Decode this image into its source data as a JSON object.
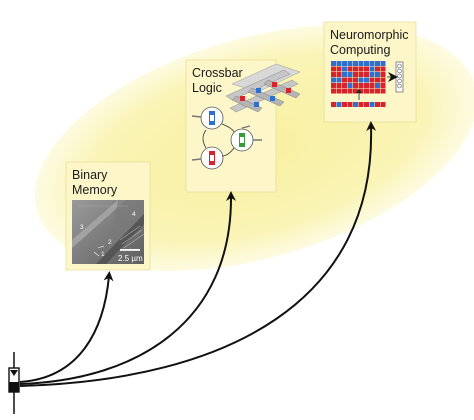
{
  "panels": {
    "binary_memory": {
      "title_line1": "Binary",
      "title_line2": "Memory",
      "region_labels": [
        "3",
        "4",
        "1",
        "2"
      ],
      "scale_bar": "2.5 µm"
    },
    "crossbar_logic": {
      "title_line1": "Crossbar",
      "title_line2": "Logic"
    },
    "neuromorphic": {
      "title_line1": "Neuromorphic",
      "title_line2": "Computing"
    }
  },
  "colors": {
    "ellipse": "#f9f3a6",
    "panel_bg": "#fdf6c8",
    "arrow": "#111111",
    "red": "#d7232c",
    "blue": "#2f6fd0",
    "green": "#3a9a3a"
  }
}
